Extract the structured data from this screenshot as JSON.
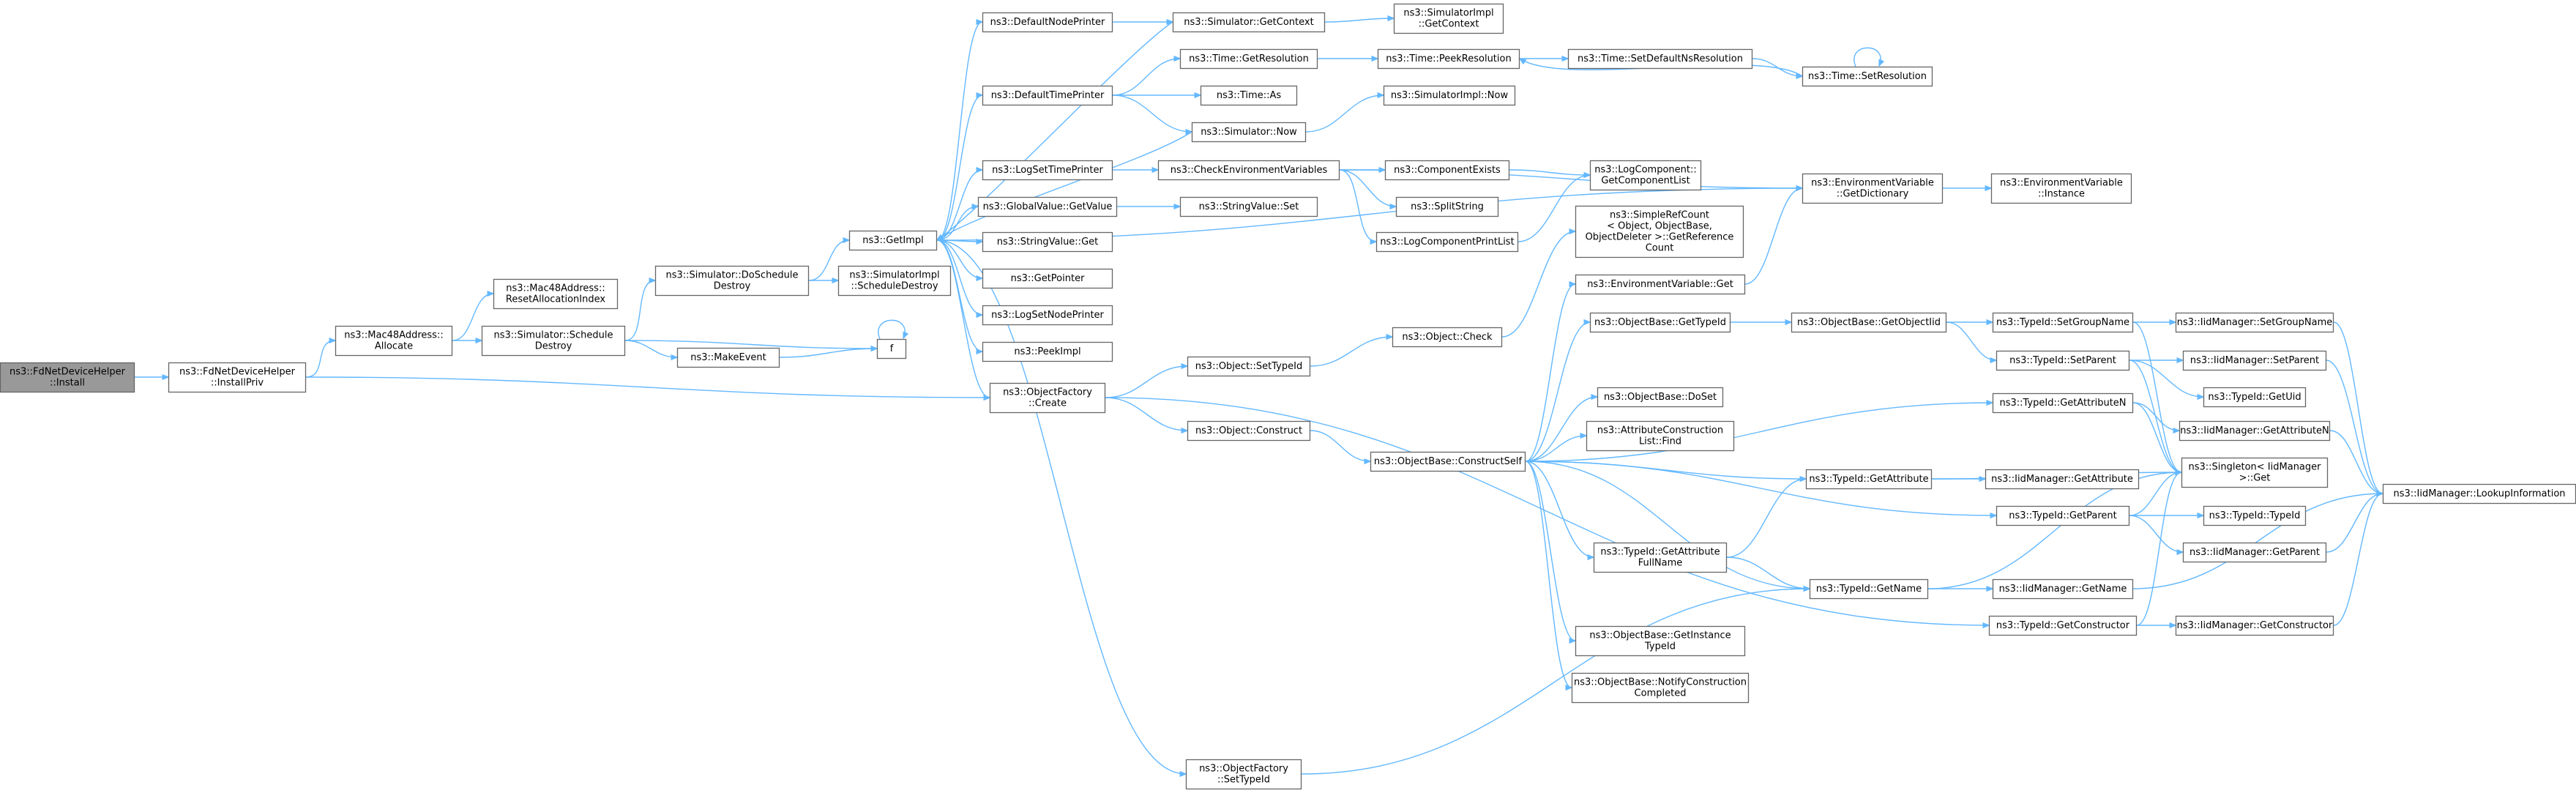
{
  "graph": {
    "type": "call-graph",
    "edge_color": "#63b8ff",
    "root_fill": "#999999",
    "node_fill": "#ffffff",
    "nodes": [
      {
        "id": "install",
        "lines": [
          "ns3::FdNetDeviceHelper",
          "::Install"
        ],
        "root": true
      },
      {
        "id": "installpriv",
        "lines": [
          "ns3::FdNetDeviceHelper",
          "::InstallPriv"
        ]
      },
      {
        "id": "mac48alloc",
        "lines": [
          "ns3::Mac48Address::",
          "Allocate"
        ]
      },
      {
        "id": "mac48reset",
        "lines": [
          "ns3::Mac48Address::",
          "ResetAllocationIndex"
        ]
      },
      {
        "id": "simsched",
        "lines": [
          "ns3::Simulator::Schedule",
          "Destroy"
        ]
      },
      {
        "id": "simdosched",
        "lines": [
          "ns3::Simulator::DoSchedule",
          "Destroy"
        ]
      },
      {
        "id": "makeevent",
        "lines": [
          "ns3::MakeEvent"
        ]
      },
      {
        "id": "f",
        "lines": [
          "f"
        ]
      },
      {
        "id": "getimpl",
        "lines": [
          "ns3::GetImpl"
        ]
      },
      {
        "id": "simimplsched",
        "lines": [
          "ns3::SimulatorImpl",
          "::ScheduleDestroy"
        ]
      },
      {
        "id": "defnodeprinter",
        "lines": [
          "ns3::DefaultNodePrinter"
        ]
      },
      {
        "id": "deftimeprinter",
        "lines": [
          "ns3::DefaultTimePrinter"
        ]
      },
      {
        "id": "logsettimeprinter",
        "lines": [
          "ns3::LogSetTimePrinter"
        ]
      },
      {
        "id": "gvgetvalue",
        "lines": [
          "ns3::GlobalValue::GetValue"
        ]
      },
      {
        "id": "svget",
        "lines": [
          "ns3::StringValue::Get"
        ]
      },
      {
        "id": "getpointer",
        "lines": [
          "ns3::GetPointer"
        ]
      },
      {
        "id": "logsetnodeprinter",
        "lines": [
          "ns3::LogSetNodePrinter"
        ]
      },
      {
        "id": "peekimpl",
        "lines": [
          "ns3::PeekImpl"
        ]
      },
      {
        "id": "ofcreate",
        "lines": [
          "ns3::ObjectFactory",
          "::Create"
        ]
      },
      {
        "id": "ofsettypeid",
        "lines": [
          "ns3::ObjectFactory",
          "::SetTypeId"
        ]
      },
      {
        "id": "simgetcontext",
        "lines": [
          "ns3::Simulator::GetContext"
        ]
      },
      {
        "id": "timegetres",
        "lines": [
          "ns3::Time::GetResolution"
        ]
      },
      {
        "id": "timeas",
        "lines": [
          "ns3::Time::As"
        ]
      },
      {
        "id": "simnow",
        "lines": [
          "ns3::Simulator::Now"
        ]
      },
      {
        "id": "checkenv",
        "lines": [
          "ns3::CheckEnvironmentVariables"
        ]
      },
      {
        "id": "svset",
        "lines": [
          "ns3::StringValue::Set"
        ]
      },
      {
        "id": "objsettypeid",
        "lines": [
          "ns3::Object::SetTypeId"
        ]
      },
      {
        "id": "objconstruct",
        "lines": [
          "ns3::Object::Construct"
        ]
      },
      {
        "id": "simimplgetcontext",
        "lines": [
          "ns3::SimulatorImpl",
          "::GetContext"
        ]
      },
      {
        "id": "timepeekres",
        "lines": [
          "ns3::Time::PeekResolution"
        ]
      },
      {
        "id": "simimplnow",
        "lines": [
          "ns3::SimulatorImpl::Now"
        ]
      },
      {
        "id": "compexists",
        "lines": [
          "ns3::ComponentExists"
        ]
      },
      {
        "id": "splitstring",
        "lines": [
          "ns3::SplitString"
        ]
      },
      {
        "id": "logcompprintlist",
        "lines": [
          "ns3::LogComponentPrintList"
        ]
      },
      {
        "id": "objcheck",
        "lines": [
          "ns3::Object::Check"
        ]
      },
      {
        "id": "obconstructself",
        "lines": [
          "ns3::ObjectBase::ConstructSelf"
        ]
      },
      {
        "id": "timesetdefns",
        "lines": [
          "ns3::Time::SetDefaultNsResolution"
        ]
      },
      {
        "id": "timesetres",
        "lines": [
          "ns3::Time::SetResolution"
        ]
      },
      {
        "id": "logcompgetlist",
        "lines": [
          "ns3::LogComponent::",
          "GetComponentList"
        ]
      },
      {
        "id": "simplerefcount",
        "lines": [
          "ns3::SimpleRefCount",
          "< Object, ObjectBase,",
          "ObjectDeleter >::GetReference",
          "Count"
        ]
      },
      {
        "id": "envvarget",
        "lines": [
          "ns3::EnvironmentVariable::Get"
        ]
      },
      {
        "id": "obgettypeid",
        "lines": [
          "ns3::ObjectBase::GetTypeId"
        ]
      },
      {
        "id": "obdoset",
        "lines": [
          "ns3::ObjectBase::DoSet"
        ]
      },
      {
        "id": "attrconstfind",
        "lines": [
          "ns3::AttributeConstruction",
          "List::Find"
        ]
      },
      {
        "id": "tidgetattrfull",
        "lines": [
          "ns3::TypeId::GetAttribute",
          "FullName"
        ]
      },
      {
        "id": "obgetinstance",
        "lines": [
          "ns3::ObjectBase::GetInstance",
          "TypeId"
        ]
      },
      {
        "id": "obnotify",
        "lines": [
          "ns3::ObjectBase::NotifyConstruction",
          "Completed"
        ]
      },
      {
        "id": "envvargetdict",
        "lines": [
          "ns3::EnvironmentVariable",
          "::GetDictionary"
        ]
      },
      {
        "id": "envvarinstance",
        "lines": [
          "ns3::EnvironmentVariable",
          "::Instance"
        ]
      },
      {
        "id": "obgetobjectid",
        "lines": [
          "ns3::ObjectBase::GetObjectIid"
        ]
      },
      {
        "id": "tidgetattr",
        "lines": [
          "ns3::TypeId::GetAttribute"
        ]
      },
      {
        "id": "tidgetname",
        "lines": [
          "ns3::TypeId::GetName"
        ]
      },
      {
        "id": "tidsetgroup",
        "lines": [
          "ns3::TypeId::SetGroupName"
        ]
      },
      {
        "id": "tidsetparent",
        "lines": [
          "ns3::TypeId::SetParent"
        ]
      },
      {
        "id": "tidgetattrn",
        "lines": [
          "ns3::TypeId::GetAttributeN"
        ]
      },
      {
        "id": "tidgetparent",
        "lines": [
          "ns3::TypeId::GetParent"
        ]
      },
      {
        "id": "tidgetconstructor",
        "lines": [
          "ns3::TypeId::GetConstructor"
        ]
      },
      {
        "id": "iidgetattribute",
        "lines": [
          "ns3::IidManager::GetAttribute"
        ]
      },
      {
        "id": "singletonget",
        "lines": [
          "ns3::Singleton< IidManager",
          ">::Get"
        ]
      },
      {
        "id": "iidsetgroup",
        "lines": [
          "ns3::IidManager::SetGroupName"
        ]
      },
      {
        "id": "iidsetparent",
        "lines": [
          "ns3::IidManager::SetParent"
        ]
      },
      {
        "id": "tidgetuid",
        "lines": [
          "ns3::TypeId::GetUid"
        ]
      },
      {
        "id": "iidgetattrn",
        "lines": [
          "ns3::IidManager::GetAttributeN"
        ]
      },
      {
        "id": "tidtypeid",
        "lines": [
          "ns3::TypeId::TypeId"
        ]
      },
      {
        "id": "iidgetparent",
        "lines": [
          "ns3::IidManager::GetParent"
        ]
      },
      {
        "id": "iidgetname",
        "lines": [
          "ns3::IidManager::GetName"
        ]
      },
      {
        "id": "iidgetconstructor",
        "lines": [
          "ns3::IidManager::GetConstructor"
        ]
      },
      {
        "id": "iidlookup",
        "lines": [
          "ns3::IidManager::LookupInformation"
        ]
      }
    ],
    "edges": [
      [
        "install",
        "installpriv"
      ],
      [
        "installpriv",
        "mac48alloc"
      ],
      [
        "installpriv",
        "ofcreate"
      ],
      [
        "mac48alloc",
        "mac48reset"
      ],
      [
        "mac48alloc",
        "simsched"
      ],
      [
        "simsched",
        "simdosched"
      ],
      [
        "simsched",
        "makeevent"
      ],
      [
        "simsched",
        "f"
      ],
      [
        "makeevent",
        "f"
      ],
      [
        "f",
        "f"
      ],
      [
        "simdosched",
        "getimpl"
      ],
      [
        "simdosched",
        "simimplsched"
      ],
      [
        "getimpl",
        "defnodeprinter"
      ],
      [
        "getimpl",
        "deftimeprinter"
      ],
      [
        "getimpl",
        "logsettimeprinter"
      ],
      [
        "getimpl",
        "gvgetvalue"
      ],
      [
        "getimpl",
        "svget"
      ],
      [
        "getimpl",
        "getpointer"
      ],
      [
        "getimpl",
        "logsetnodeprinter"
      ],
      [
        "getimpl",
        "peekimpl"
      ],
      [
        "getimpl",
        "ofcreate"
      ],
      [
        "getimpl",
        "ofsettypeid"
      ],
      [
        "getimpl",
        "envvargetdict"
      ],
      [
        "defnodeprinter",
        "simgetcontext"
      ],
      [
        "deftimeprinter",
        "timegetres"
      ],
      [
        "deftimeprinter",
        "timeas"
      ],
      [
        "deftimeprinter",
        "simnow"
      ],
      [
        "logsettimeprinter",
        "checkenv"
      ],
      [
        "gvgetvalue",
        "svset"
      ],
      [
        "simgetcontext",
        "getimpl"
      ],
      [
        "simgetcontext",
        "simimplgetcontext"
      ],
      [
        "simnow",
        "getimpl"
      ],
      [
        "simnow",
        "simimplnow"
      ],
      [
        "timegetres",
        "timepeekres"
      ],
      [
        "timepeekres",
        "timesetdefns"
      ],
      [
        "timesetdefns",
        "timesetres"
      ],
      [
        "timesetres",
        "timepeekres"
      ],
      [
        "timesetres",
        "timesetres"
      ],
      [
        "checkenv",
        "compexists"
      ],
      [
        "checkenv",
        "splitstring"
      ],
      [
        "checkenv",
        "logcompprintlist"
      ],
      [
        "checkenv",
        "envvargetdict"
      ],
      [
        "compexists",
        "logcompgetlist"
      ],
      [
        "logcompprintlist",
        "logcompgetlist"
      ],
      [
        "envvargetdict",
        "envvarinstance"
      ],
      [
        "ofcreate",
        "objsettypeid"
      ],
      [
        "ofcreate",
        "objconstruct"
      ],
      [
        "ofcreate",
        "tidgetconstructor"
      ],
      [
        "ofsettypeid",
        "tidgetname"
      ],
      [
        "objsettypeid",
        "objcheck"
      ],
      [
        "objcheck",
        "simplerefcount"
      ],
      [
        "objconstruct",
        "obconstructself"
      ],
      [
        "obconstructself",
        "envvarget"
      ],
      [
        "obconstructself",
        "obgettypeid"
      ],
      [
        "obconstructself",
        "obdoset"
      ],
      [
        "obconstructself",
        "attrconstfind"
      ],
      [
        "obconstructself",
        "tidgetattrfull"
      ],
      [
        "obconstructself",
        "obgetinstance"
      ],
      [
        "obconstructself",
        "obnotify"
      ],
      [
        "obconstructself",
        "tidgetattr"
      ],
      [
        "obconstructself",
        "tidgetname"
      ],
      [
        "obconstructself",
        "tidgetattrn"
      ],
      [
        "obconstructself",
        "tidgetparent"
      ],
      [
        "envvarget",
        "envvargetdict"
      ],
      [
        "obgettypeid",
        "obgetobjectid"
      ],
      [
        "obgetobjectid",
        "tidsetgroup"
      ],
      [
        "obgetobjectid",
        "tidsetparent"
      ],
      [
        "tidgetattrfull",
        "tidgetattr"
      ],
      [
        "tidgetattrfull",
        "tidgetname"
      ],
      [
        "tidgetattr",
        "iidgetattribute"
      ],
      [
        "tidgetattr",
        "singletonget"
      ],
      [
        "tidgetname",
        "iidgetname"
      ],
      [
        "tidgetname",
        "singletonget"
      ],
      [
        "tidsetgroup",
        "iidsetgroup"
      ],
      [
        "tidsetgroup",
        "singletonget"
      ],
      [
        "tidsetparent",
        "iidsetparent"
      ],
      [
        "tidsetparent",
        "tidgetuid"
      ],
      [
        "tidsetparent",
        "singletonget"
      ],
      [
        "tidgetattrn",
        "iidgetattrn"
      ],
      [
        "tidgetattrn",
        "singletonget"
      ],
      [
        "tidgetparent",
        "iidgetparent"
      ],
      [
        "tidgetparent",
        "tidtypeid"
      ],
      [
        "tidgetparent",
        "singletonget"
      ],
      [
        "tidgetconstructor",
        "iidgetconstructor"
      ],
      [
        "tidgetconstructor",
        "singletonget"
      ],
      [
        "iidsetgroup",
        "iidlookup"
      ],
      [
        "iidsetparent",
        "iidlookup"
      ],
      [
        "iidgetattrn",
        "iidlookup"
      ],
      [
        "iidgetparent",
        "iidlookup"
      ],
      [
        "iidgetname",
        "iidlookup"
      ],
      [
        "iidgetconstructor",
        "iidlookup"
      ]
    ]
  }
}
